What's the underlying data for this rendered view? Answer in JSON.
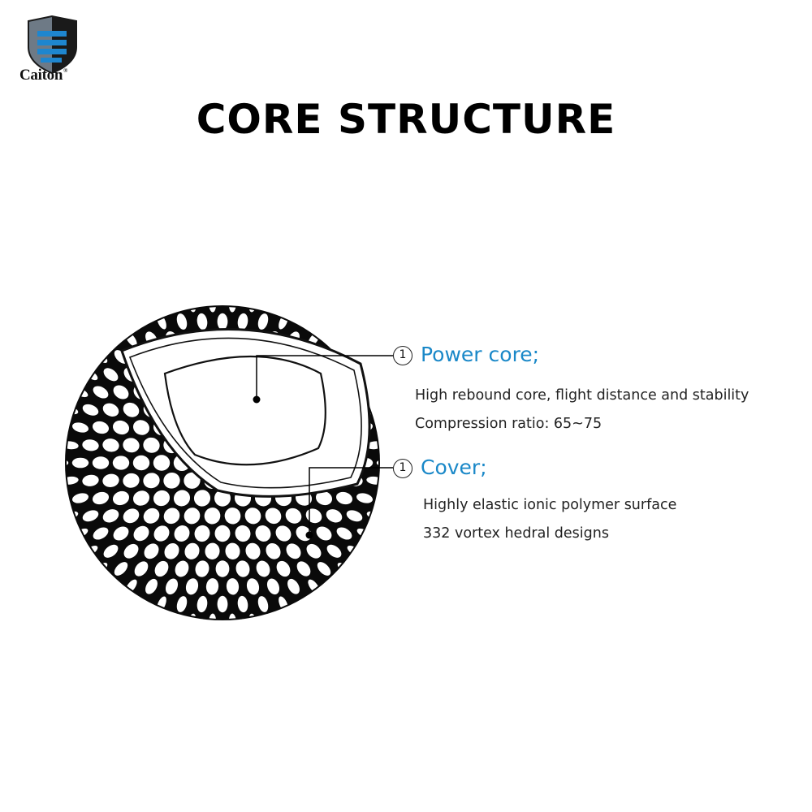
{
  "logo": {
    "name": "Caiton",
    "mark": "®",
    "colors": {
      "shield_grey": "#6e7a86",
      "stripe_blue": "#1e86cf",
      "outline": "#1a1a1a"
    }
  },
  "title": "CORE STRUCTURE",
  "callouts": [
    {
      "number": "1",
      "heading": "Power core;",
      "lines": [
        "High rebound core, flight distance and stability",
        "Compression ratio: 65~75"
      ]
    },
    {
      "number": "1",
      "heading": "Cover;",
      "lines": [
        "Highly elastic ionic polymer surface",
        "332 vortex hedral designs"
      ]
    }
  ],
  "colors": {
    "heading": "#1a88c8",
    "text": "#222222",
    "line": "#000000"
  }
}
